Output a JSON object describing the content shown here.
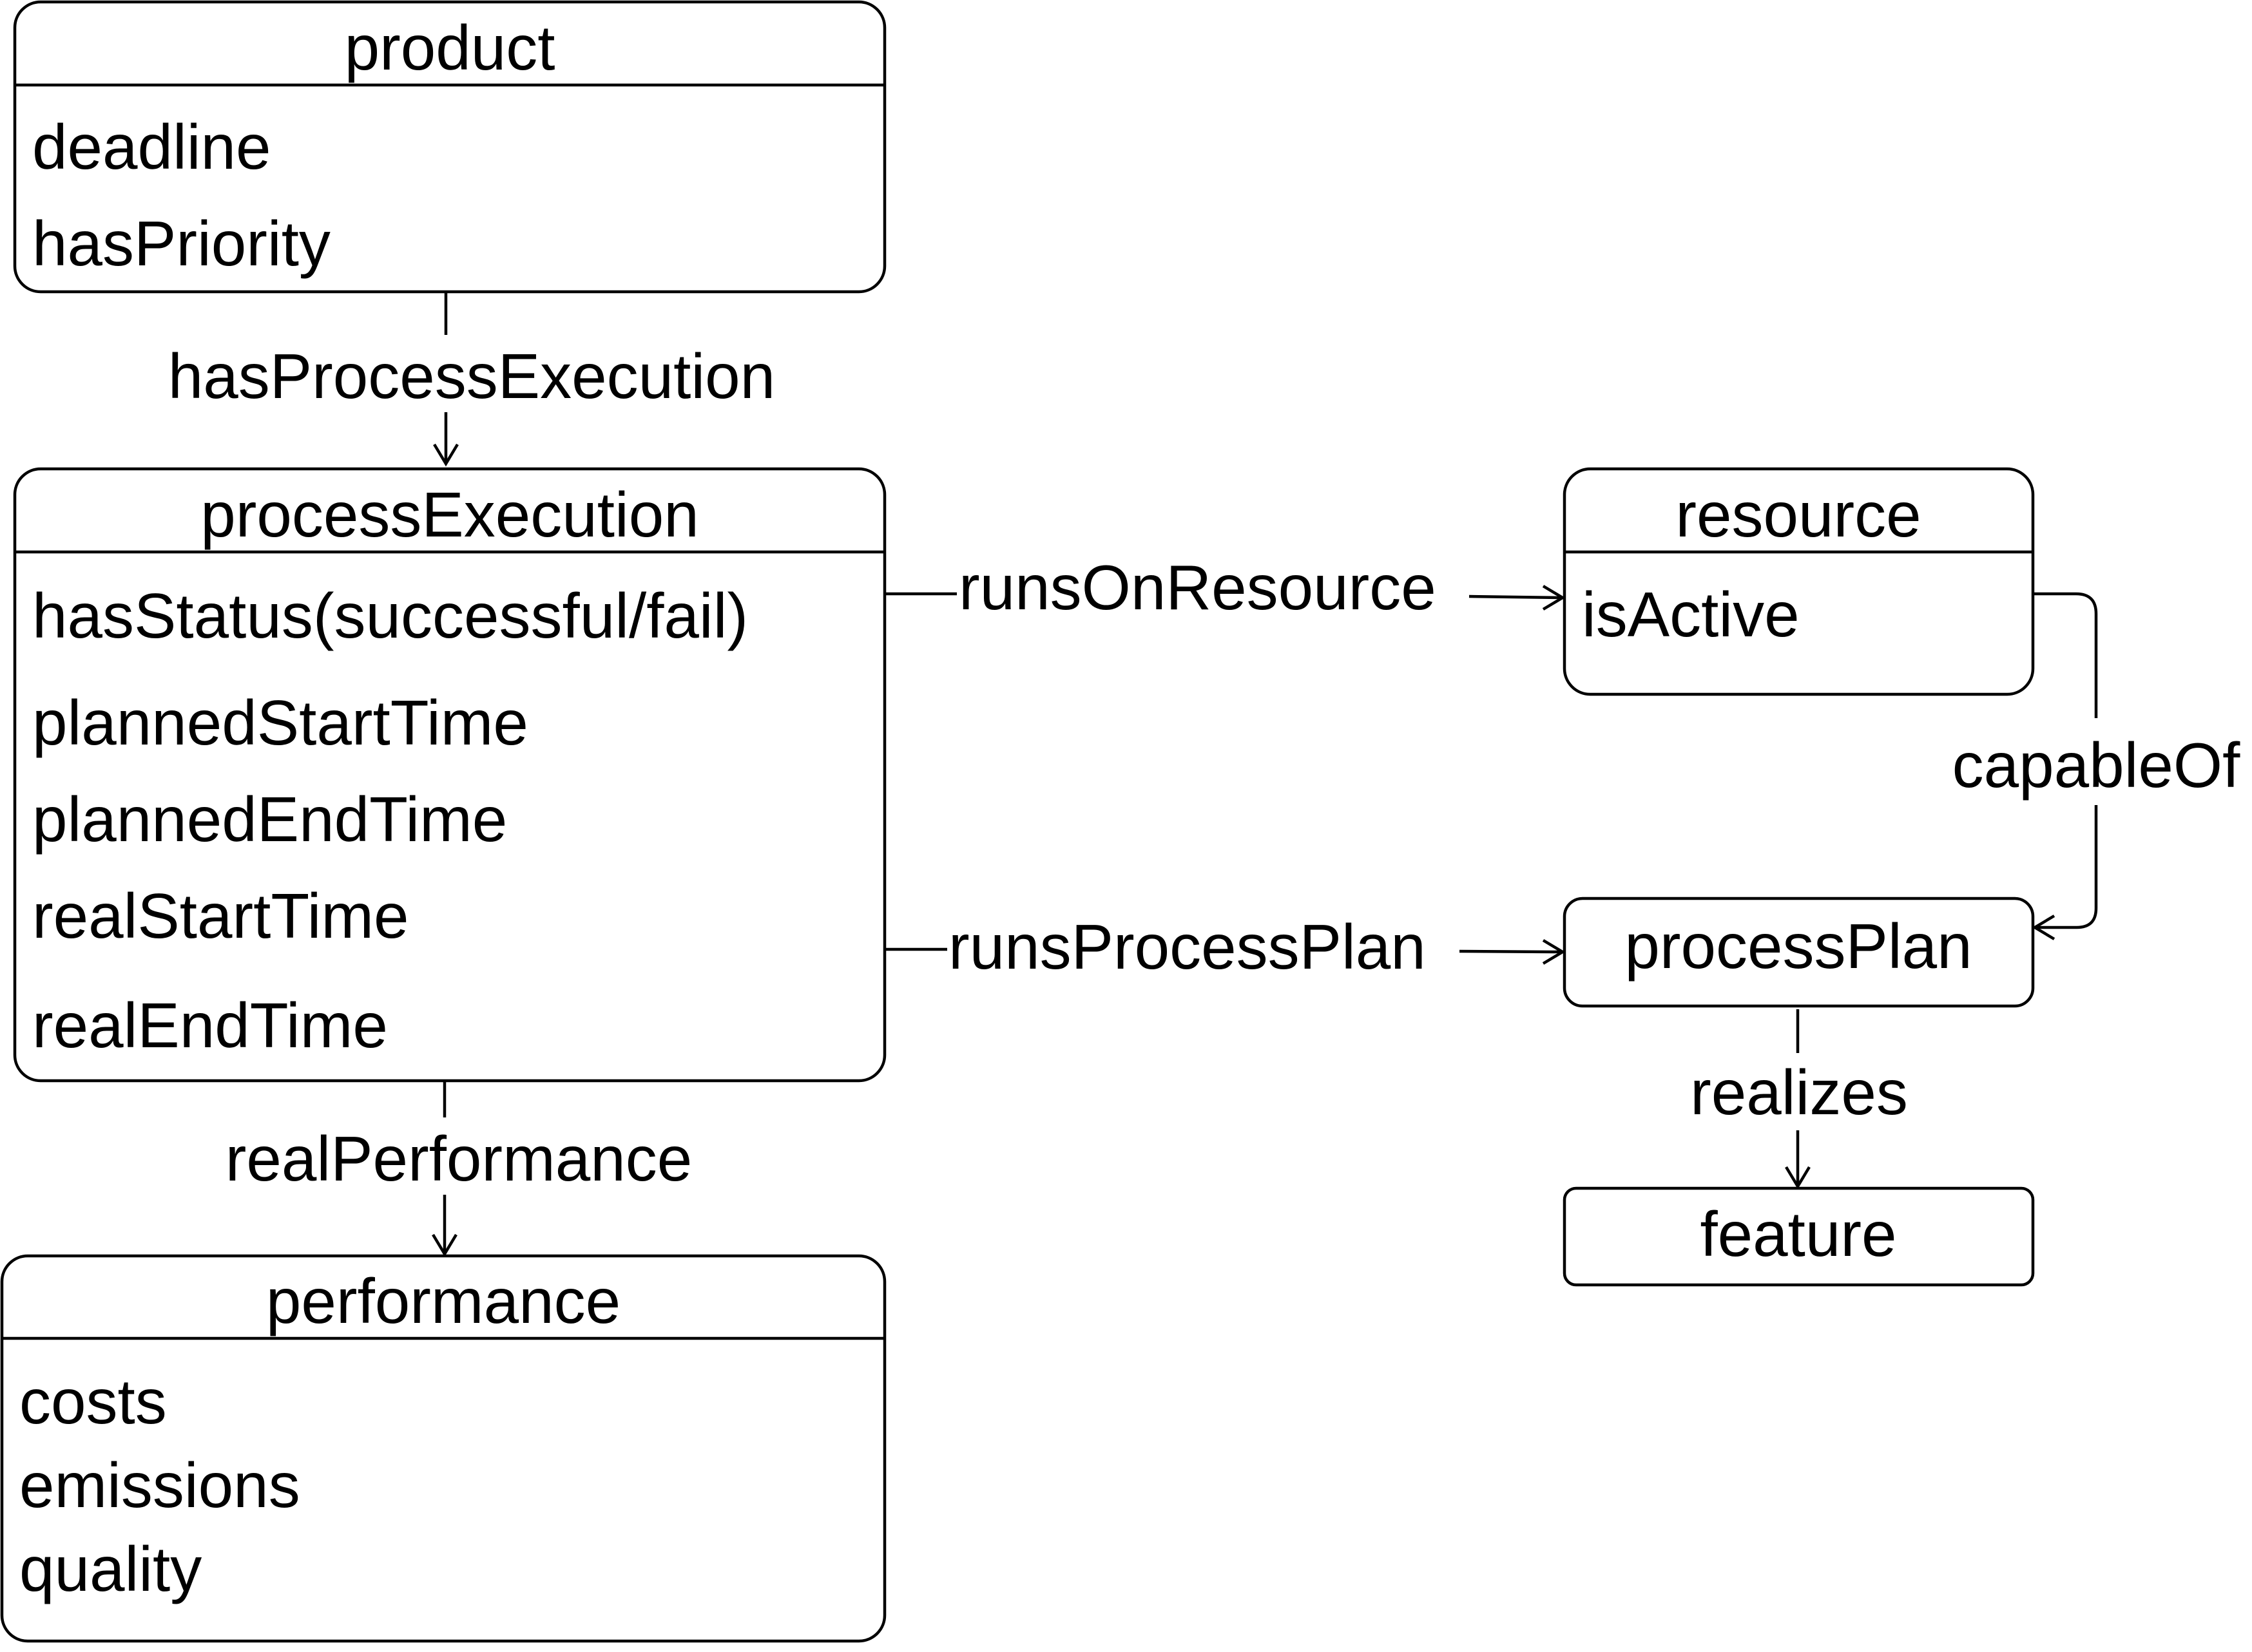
{
  "classes": {
    "product": {
      "title": "product",
      "attrs": [
        "deadline",
        "hasPriority"
      ]
    },
    "processExecution": {
      "title": "processExecution",
      "attrs": [
        "hasStatus(successful/fail)",
        "plannedStartTime",
        "plannedEndTime",
        "realStartTime",
        "realEndTime"
      ]
    },
    "performance": {
      "title": "performance",
      "attrs": [
        "costs",
        "emissions",
        "quality"
      ]
    },
    "resource": {
      "title": "resource",
      "attrs": [
        "isActive"
      ]
    },
    "processPlan": {
      "title": "processPlan"
    },
    "feature": {
      "title": "feature"
    }
  },
  "relations": {
    "hasProcessExecution": "hasProcessExecution",
    "realPerformance": "realPerformance",
    "runsOnResource": "runsOnResource",
    "runsProcessPlan": "runsProcessPlan",
    "capableOf": "capableOf",
    "realizes": "realizes"
  }
}
